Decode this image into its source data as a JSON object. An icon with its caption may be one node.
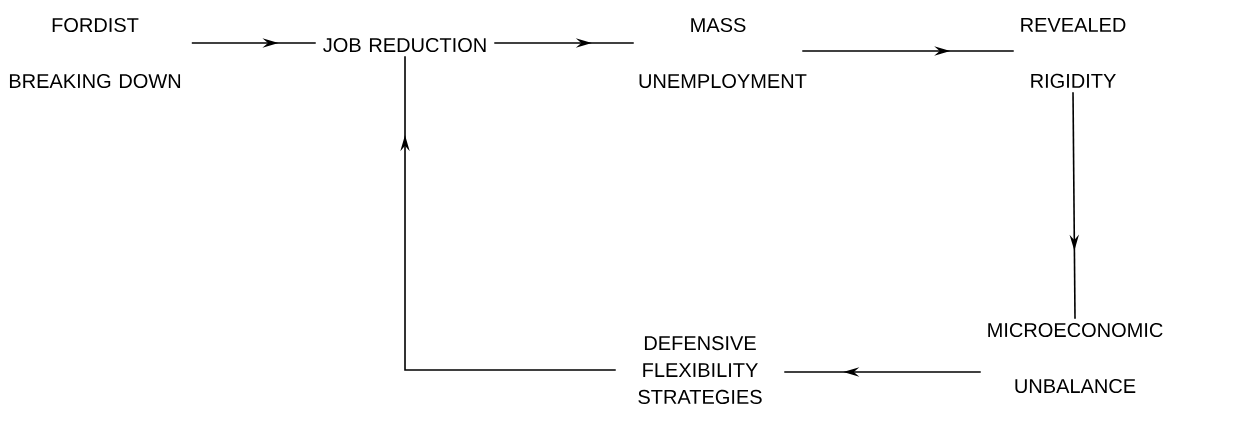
{
  "diagram": {
    "nodes": [
      {
        "text": [
          "FORDIST BREAKING DOWN"
        ]
      },
      {
        "text": [
          "JOB REDUCTION"
        ]
      },
      {
        "text": [
          "MASS UNEMPLOYMENT"
        ]
      },
      {
        "text": [
          "REVEALED RIGIDITY"
        ]
      },
      {
        "text": [
          "MICROECONOMIC UNBALANCE"
        ]
      },
      {
        "text": [
          "DEFENSIVE FLEXIBILITY STRATEGIES"
        ]
      }
    ],
    "edges": [
      {
        "from": 0,
        "to": 1,
        "arrow": "to"
      },
      {
        "from": 1,
        "to": 2,
        "arrow": "to"
      },
      {
        "from": 2,
        "to": 3,
        "arrow": "to"
      },
      {
        "from": 3,
        "to": 4,
        "arrow": "to"
      },
      {
        "from": 4,
        "to": 5,
        "arrow": "to"
      },
      {
        "from": 5,
        "to": 1,
        "arrow": "to"
      }
    ]
  }
}
